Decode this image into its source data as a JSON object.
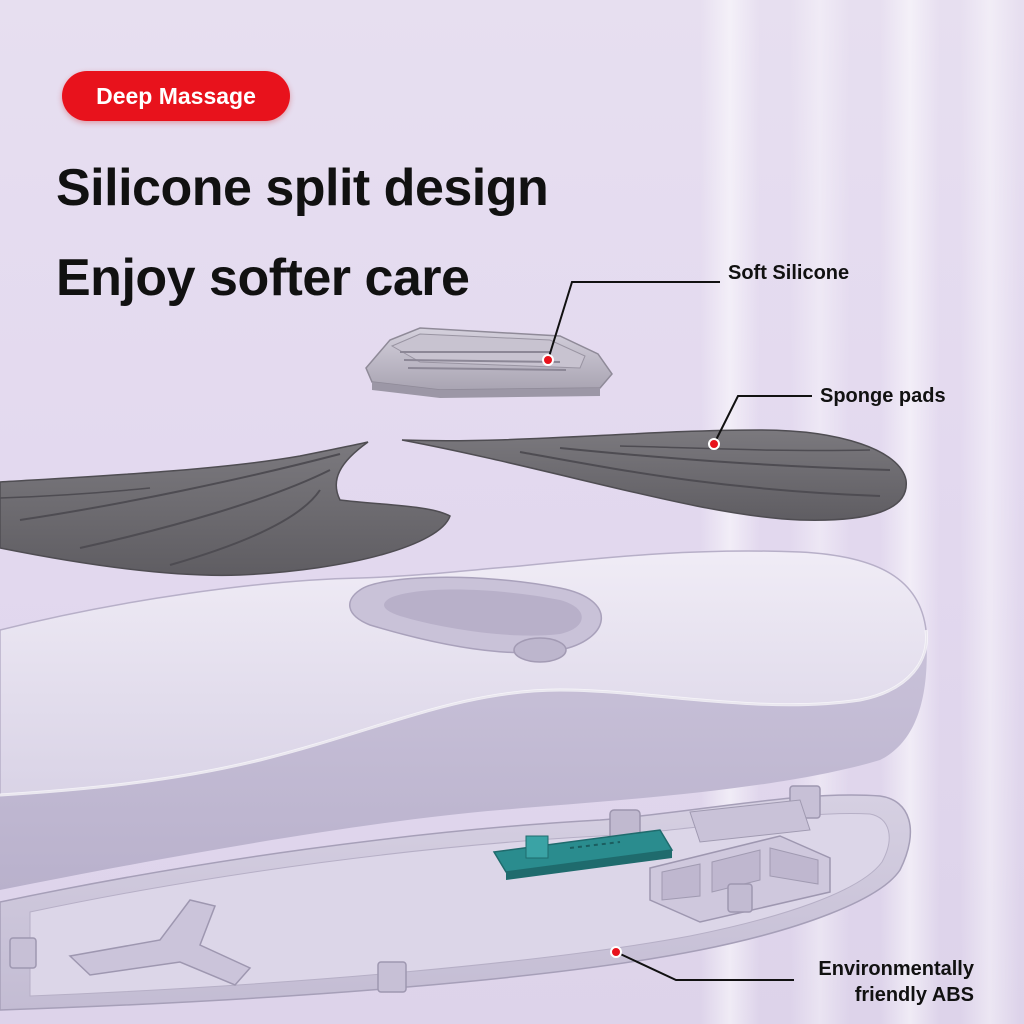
{
  "badge": {
    "label": "Deep Massage",
    "color": "#e8121c"
  },
  "headline": {
    "line1": "Silicone split design",
    "line2": "Enjoy softer care"
  },
  "callouts": {
    "soft_silicone": "Soft Silicone",
    "sponge_pads": "Sponge pads",
    "abs_line1": "Environmentally",
    "abs_line2": "friendly ABS"
  },
  "colors": {
    "background": "#e3d9ef",
    "accent": "#e8121c",
    "pad_gray": "#6e6c70",
    "shell_lavender": "#d8d2e6",
    "circuit_teal": "#2a8c8e"
  }
}
